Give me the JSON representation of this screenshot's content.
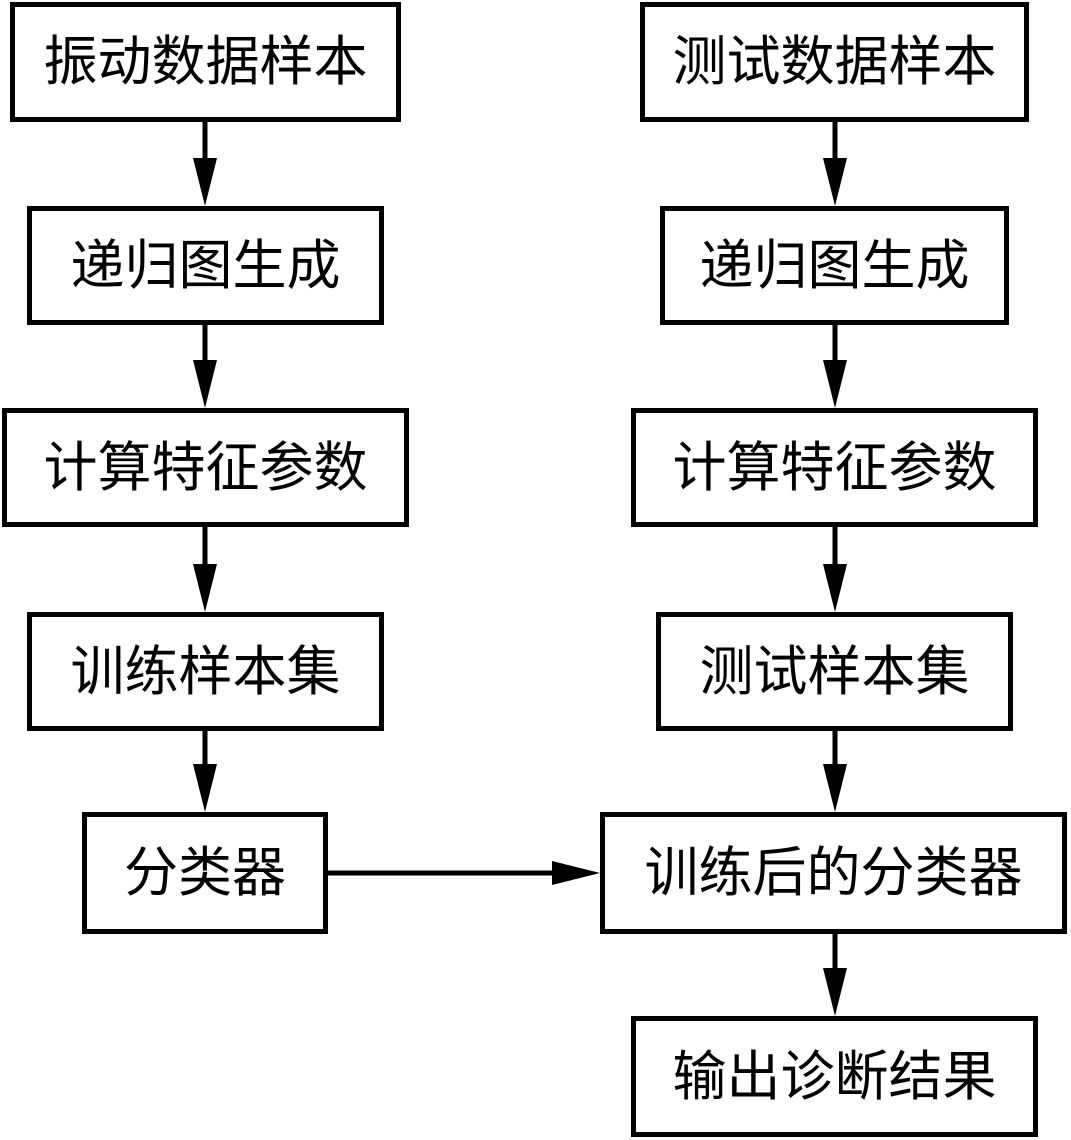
{
  "diagram": {
    "left_column": {
      "step1": "振动数据样本",
      "step2": "递归图生成",
      "step3": "计算特征参数",
      "step4": "训练样本集",
      "step5": "分类器"
    },
    "right_column": {
      "step1": "测试数据样本",
      "step2": "递归图生成",
      "step3": "计算特征参数",
      "step4": "测试样本集",
      "step5": "训练后的分类器",
      "step6": "输出诊断结果"
    }
  }
}
